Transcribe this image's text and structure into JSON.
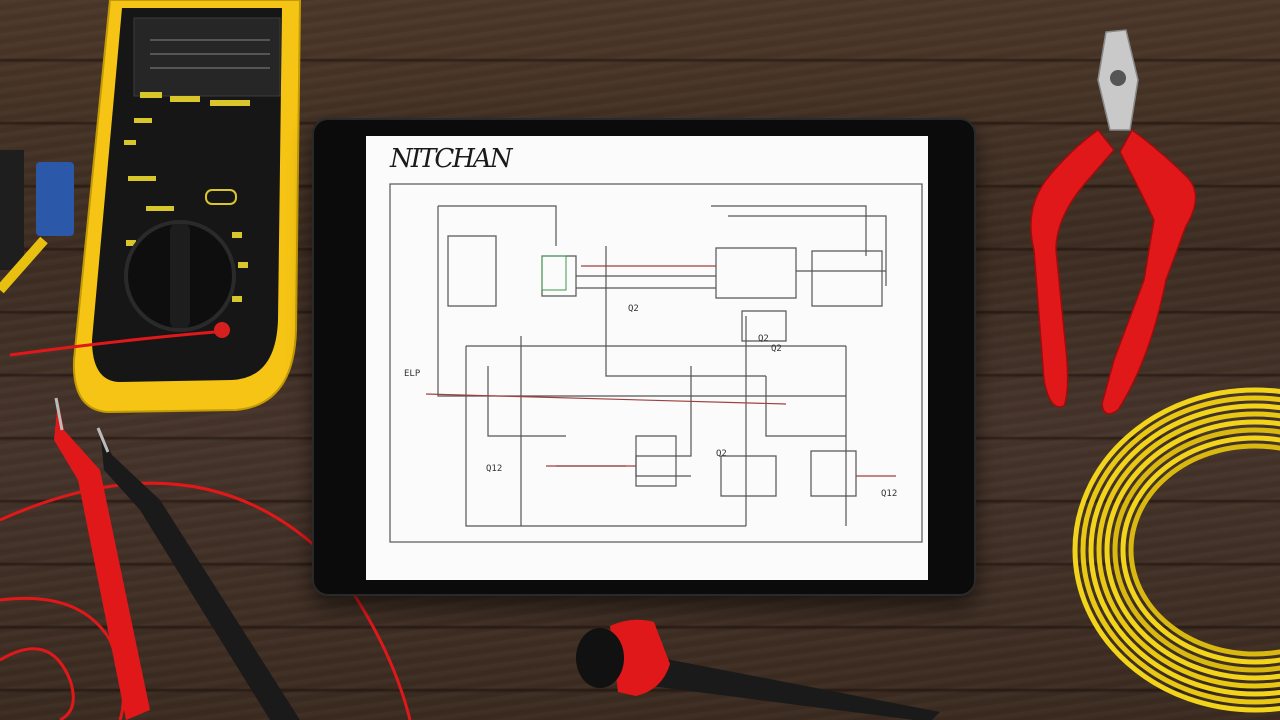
{
  "screen": {
    "title": "NITCHAN",
    "schematic_labels": [
      "Q2",
      "Q2",
      "ELP",
      "Q2",
      "Q12",
      "Q2",
      "Q12"
    ]
  },
  "colors": {
    "desk": "#3f2e23",
    "multimeter_body": "#f5c414",
    "tool_red": "#e0181a",
    "cable_yellow": "#f2d51a",
    "tablet_bezel": "#0b0b0b",
    "schematic_line": "#555555",
    "schematic_wire_red": "#a04040"
  },
  "objects": [
    "multimeter",
    "test-probes",
    "tablet",
    "pliers",
    "yellow-cable-coil",
    "screwdriver"
  ]
}
